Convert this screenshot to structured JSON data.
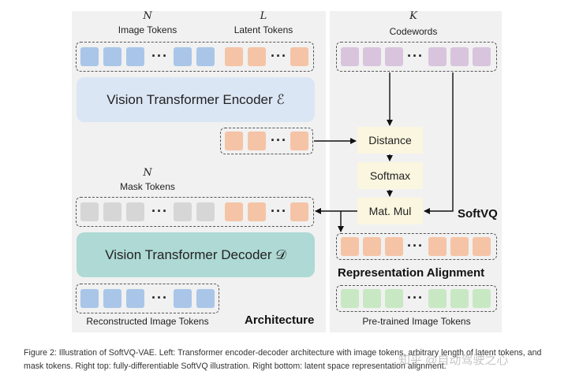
{
  "colors": {
    "image_token": "#a9c6e8",
    "latent_token": "#f5c4a6",
    "codeword_token": "#d9c4de",
    "mask_token": "#d6d6d6",
    "pretrained_token": "#c8e8c4",
    "encoder_box": "#dbe6f4",
    "decoder_box": "#aed9d4",
    "op_box": "#fbf6df",
    "panel": "#f1f1f1"
  },
  "top_left": {
    "image_tokens_symbol": "N",
    "image_tokens_label": "Image Tokens",
    "latent_tokens_symbol": "L",
    "latent_tokens_label": "Latent Tokens"
  },
  "encoder_label": "Vision Transformer Encoder ℰ",
  "mask_tokens_symbol": "N",
  "mask_tokens_label": "Mask Tokens",
  "decoder_label": "Vision Transformer Decoder 𝒟",
  "reconstructed_label": "Reconstructed Image Tokens",
  "architecture_label": "Architecture",
  "codewords_symbol": "K",
  "codewords_label": "Codewords",
  "ops": {
    "distance": "Distance",
    "softmax": "Softmax",
    "matmul": "Mat. Mul"
  },
  "softvq_label": "SoftVQ",
  "representation_label": "Representation Alignment",
  "pretrained_label": "Pre-trained Image Tokens",
  "dots": "···",
  "caption": "Figure 2: Illustration of SoftVQ-VAE. Left: Transformer encoder-decoder architecture with image tokens, arbitrary length of latent tokens, and mask tokens. Right top: fully-differentiable SoftVQ illustration. Right bottom: latent space representation alignment.",
  "watermark": "知乎 @自动驾驶之心"
}
